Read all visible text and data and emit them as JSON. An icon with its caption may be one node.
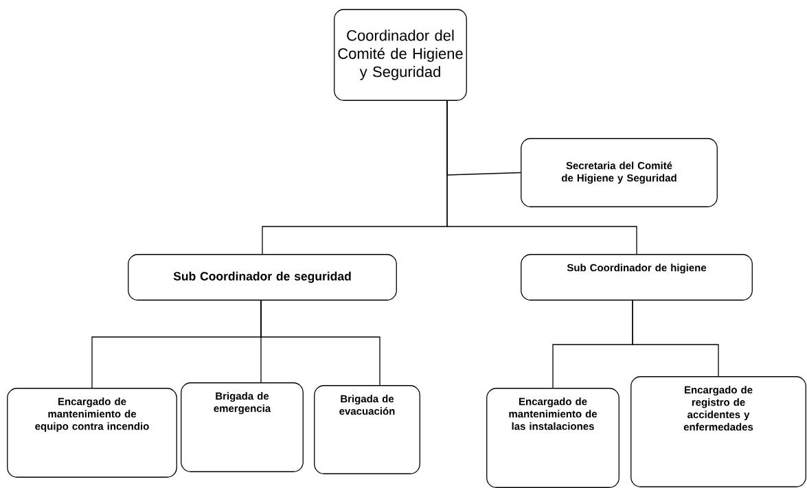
{
  "diagram": {
    "nodes": [
      {
        "text": [
          "Coordinador del Comité de Higiene y Seguridad"
        ]
      },
      {
        "text": [
          "Secretaria del Comité de Higiene y Seguridad"
        ]
      },
      {
        "text": [
          "Sub Coordinador de seguridad"
        ]
      },
      {
        "text": [
          "Sub Coordinador de higiene"
        ]
      },
      {
        "text": [
          "Encargado de mantenimiento de equipo contra incendio"
        ]
      },
      {
        "text": [
          "Brigada de emergencia"
        ]
      },
      {
        "text": [
          "Brigada de evacuación"
        ]
      },
      {
        "text": [
          "Encargado de mantenimiento de las instalaciones"
        ]
      },
      {
        "text": [
          "Encargado de registro de accidentes y enfermedades"
        ]
      }
    ],
    "edges": [
      {
        "from": 0,
        "to": 1,
        "arrow": "none"
      },
      {
        "from": 0,
        "to": 2,
        "arrow": "none"
      },
      {
        "from": 0,
        "to": 3,
        "arrow": "none"
      },
      {
        "from": 2,
        "to": 4,
        "arrow": "none"
      },
      {
        "from": 2,
        "to": 5,
        "arrow": "none"
      },
      {
        "from": 2,
        "to": 6,
        "arrow": "none"
      },
      {
        "from": 3,
        "to": 7,
        "arrow": "none"
      },
      {
        "from": 3,
        "to": 8,
        "arrow": "none"
      }
    ]
  }
}
